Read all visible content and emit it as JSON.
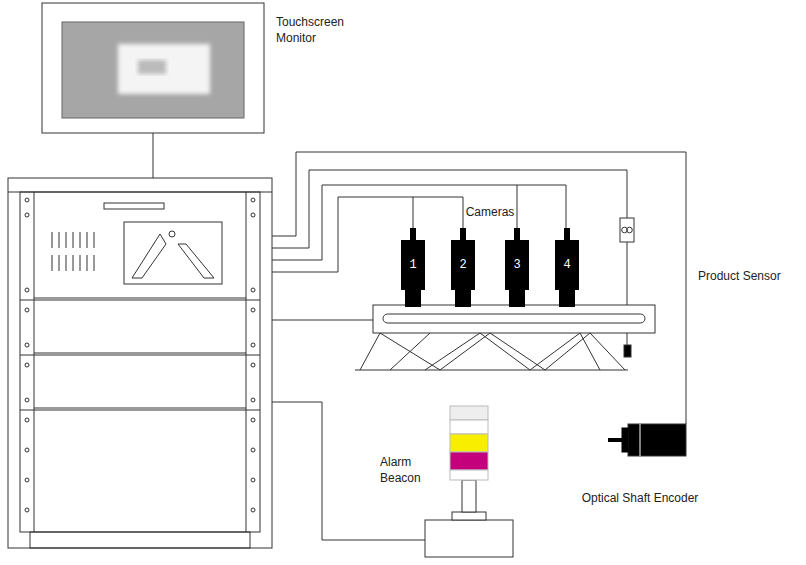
{
  "diagram": {
    "nodes": [
      {
        "text": [
          "1"
        ]
      },
      {
        "text": [
          "2"
        ]
      },
      {
        "text": [
          "3"
        ]
      },
      {
        "text": [
          "4"
        ]
      }
    ],
    "labels": [
      "Touchscreen Monitor",
      "Cameras",
      "Product Sensor",
      "Alarm Beacon",
      "Optical Shaft Encoder"
    ]
  }
}
